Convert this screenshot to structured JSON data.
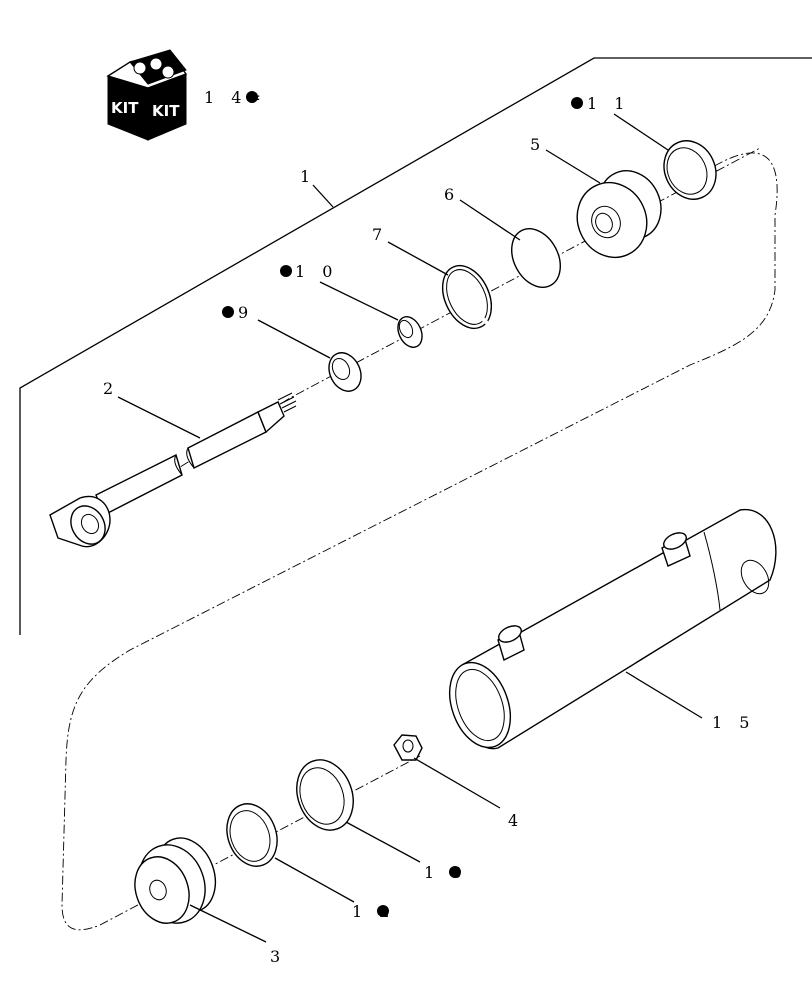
{
  "callouts": [
    {
      "id": "1",
      "text": "1"
    },
    {
      "id": "2",
      "text": "2"
    },
    {
      "id": "3",
      "text": "3"
    },
    {
      "id": "4",
      "text": "4"
    },
    {
      "id": "5",
      "text": "5"
    },
    {
      "id": "6",
      "text": "6"
    },
    {
      "id": "7",
      "text": "7"
    },
    {
      "id": "9",
      "text": "9"
    },
    {
      "id": "10",
      "text": "1 0"
    },
    {
      "id": "11",
      "text": "1 1"
    },
    {
      "id": "12",
      "text": "1 2"
    },
    {
      "id": "13",
      "text": "1 3"
    },
    {
      "id": "14",
      "text": "1 4="
    },
    {
      "id": "15",
      "text": "1 5"
    }
  ],
  "kit_icon": {
    "left_text": "KIT",
    "right_text": "KIT"
  },
  "colors": {
    "line": "#000000",
    "background": "#ffffff"
  }
}
